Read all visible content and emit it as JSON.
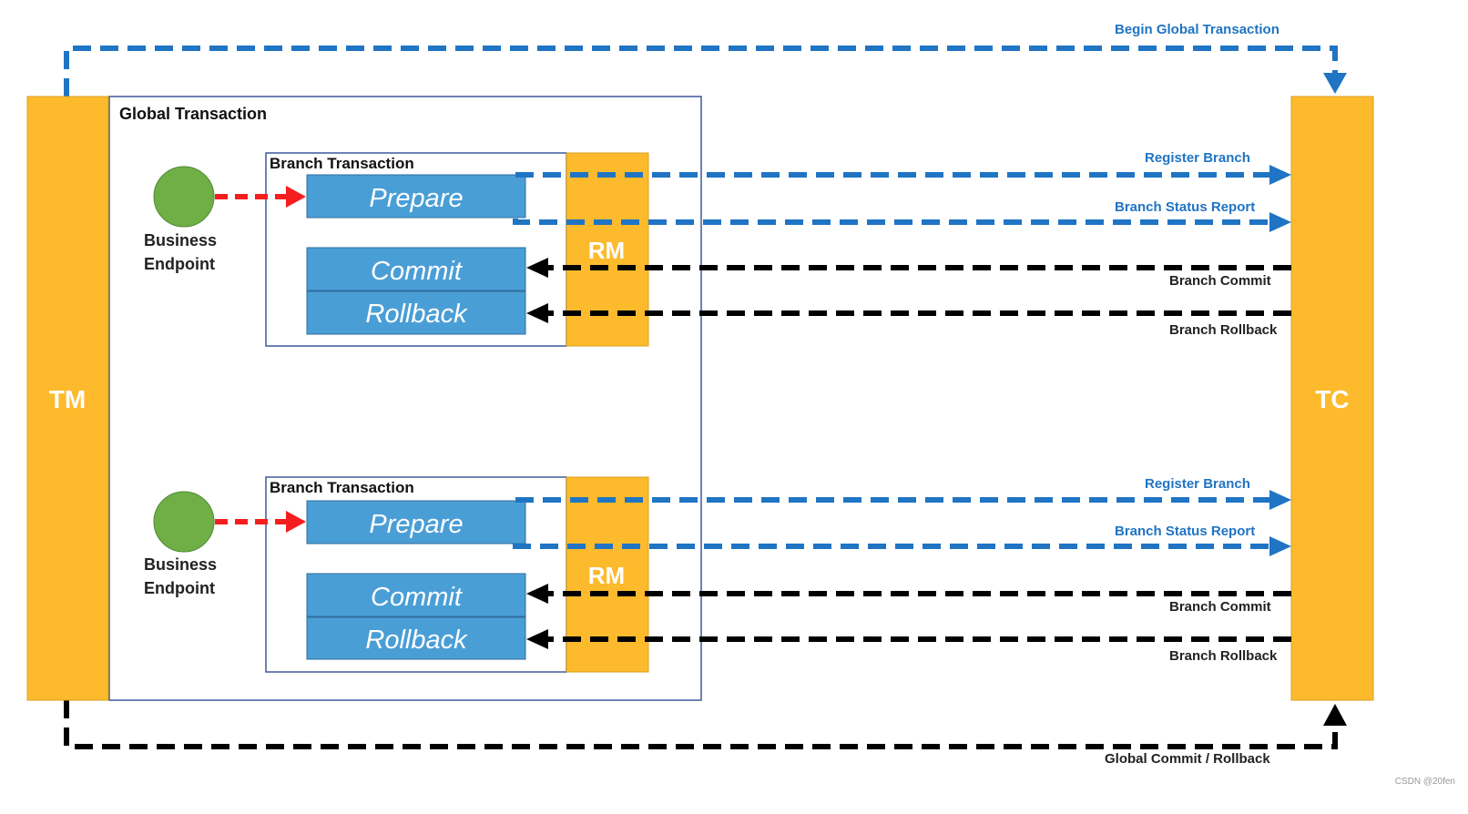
{
  "colors": {
    "actor": "#FDBA2C",
    "actor_border": "#D9A020",
    "step": "#4A9ED6",
    "step_border": "#2E6E9E",
    "frame": "#3B5A9A",
    "blue_flow": "#1F74C4",
    "black_flow": "#000000",
    "red_flow": "#F51E1E",
    "endpoint": "#6FAF46"
  },
  "tm_label": "TM",
  "tc_label": "TC",
  "global_transaction_label": "Global Transaction",
  "begin_label": "Begin Global Transaction",
  "global_commit_label": "Global Commit / Rollback",
  "branches": [
    {
      "box_label": "Branch Transaction",
      "endpoint_line1": "Business",
      "endpoint_line2": "Endpoint",
      "prepare": "Prepare",
      "commit": "Commit",
      "rollback": "Rollback",
      "rm": "RM",
      "register": "Register Branch",
      "status": "Branch Status Report",
      "branch_commit": "Branch Commit",
      "branch_rollback": "Branch Rollback"
    },
    {
      "box_label": "Branch Transaction",
      "endpoint_line1": "Business",
      "endpoint_line2": "Endpoint",
      "prepare": "Prepare",
      "commit": "Commit",
      "rollback": "Rollback",
      "rm": "RM",
      "register": "Register Branch",
      "status": "Branch Status Report",
      "branch_commit": "Branch Commit",
      "branch_rollback": "Branch Rollback"
    }
  ],
  "watermark": "CSDN @20fen"
}
